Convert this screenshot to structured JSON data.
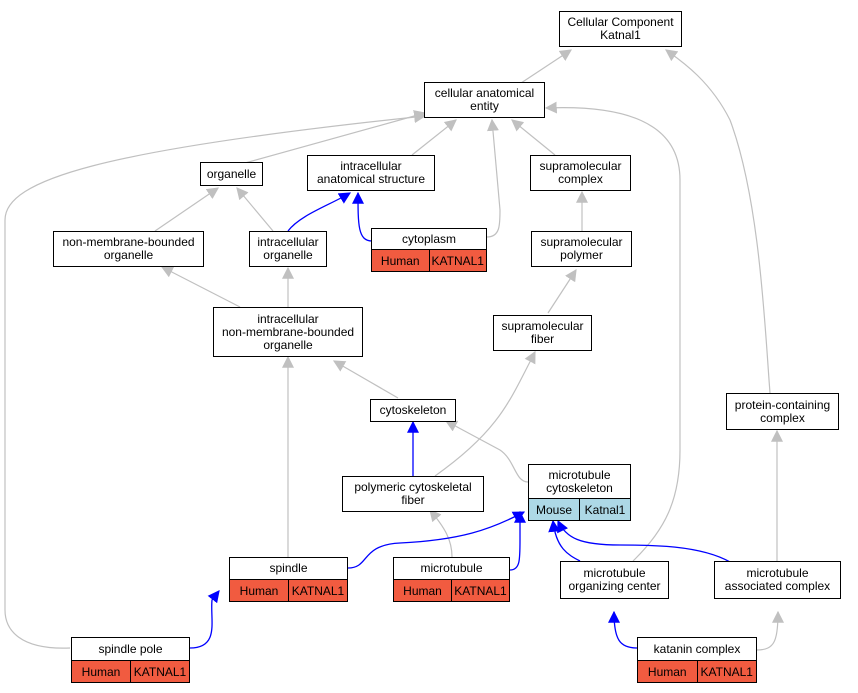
{
  "nodes": {
    "root": {
      "label": "Cellular Component\nKatnal1"
    },
    "cae": {
      "label": "cellular anatomical\nentity"
    },
    "org": {
      "label": "organelle"
    },
    "ias": {
      "label": "intracellular\nanatomical structure"
    },
    "smc": {
      "label": "supramolecular\ncomplex"
    },
    "nmbo": {
      "label": "non-membrane-bounded\norganelle"
    },
    "io": {
      "label": "intracellular\norganelle"
    },
    "cyto": {
      "label": "cytoplasm",
      "species": "Human",
      "gene": "KATNAL1"
    },
    "smp": {
      "label": "supramolecular\npolymer"
    },
    "inmbo": {
      "label": "intracellular\nnon-membrane-bounded\norganelle"
    },
    "smf": {
      "label": "supramolecular\nfiber"
    },
    "csk": {
      "label": "cytoskeleton"
    },
    "pcc": {
      "label": "protein-containing\ncomplex"
    },
    "pcf": {
      "label": "polymeric cytoskeletal\nfiber"
    },
    "mtc": {
      "label": "microtubule\ncytoskeleton",
      "species": "Mouse",
      "gene": "Katnal1"
    },
    "spindle": {
      "label": "spindle",
      "species": "Human",
      "gene": "KATNAL1"
    },
    "mt": {
      "label": "microtubule",
      "species": "Human",
      "gene": "KATNAL1"
    },
    "mtoc": {
      "label": "microtubule\norganizing center"
    },
    "mac": {
      "label": "microtubule\nassociated complex"
    },
    "sp": {
      "label": "spindle pole",
      "species": "Human",
      "gene": "KATNAL1"
    },
    "kc": {
      "label": "katanin complex",
      "species": "Human",
      "gene": "KATNAL1"
    }
  },
  "colors": {
    "human": "#f15b40",
    "mouse": "#add8e6",
    "edge_gray": "#c0c0c0",
    "edge_blue": "#0000ff"
  }
}
